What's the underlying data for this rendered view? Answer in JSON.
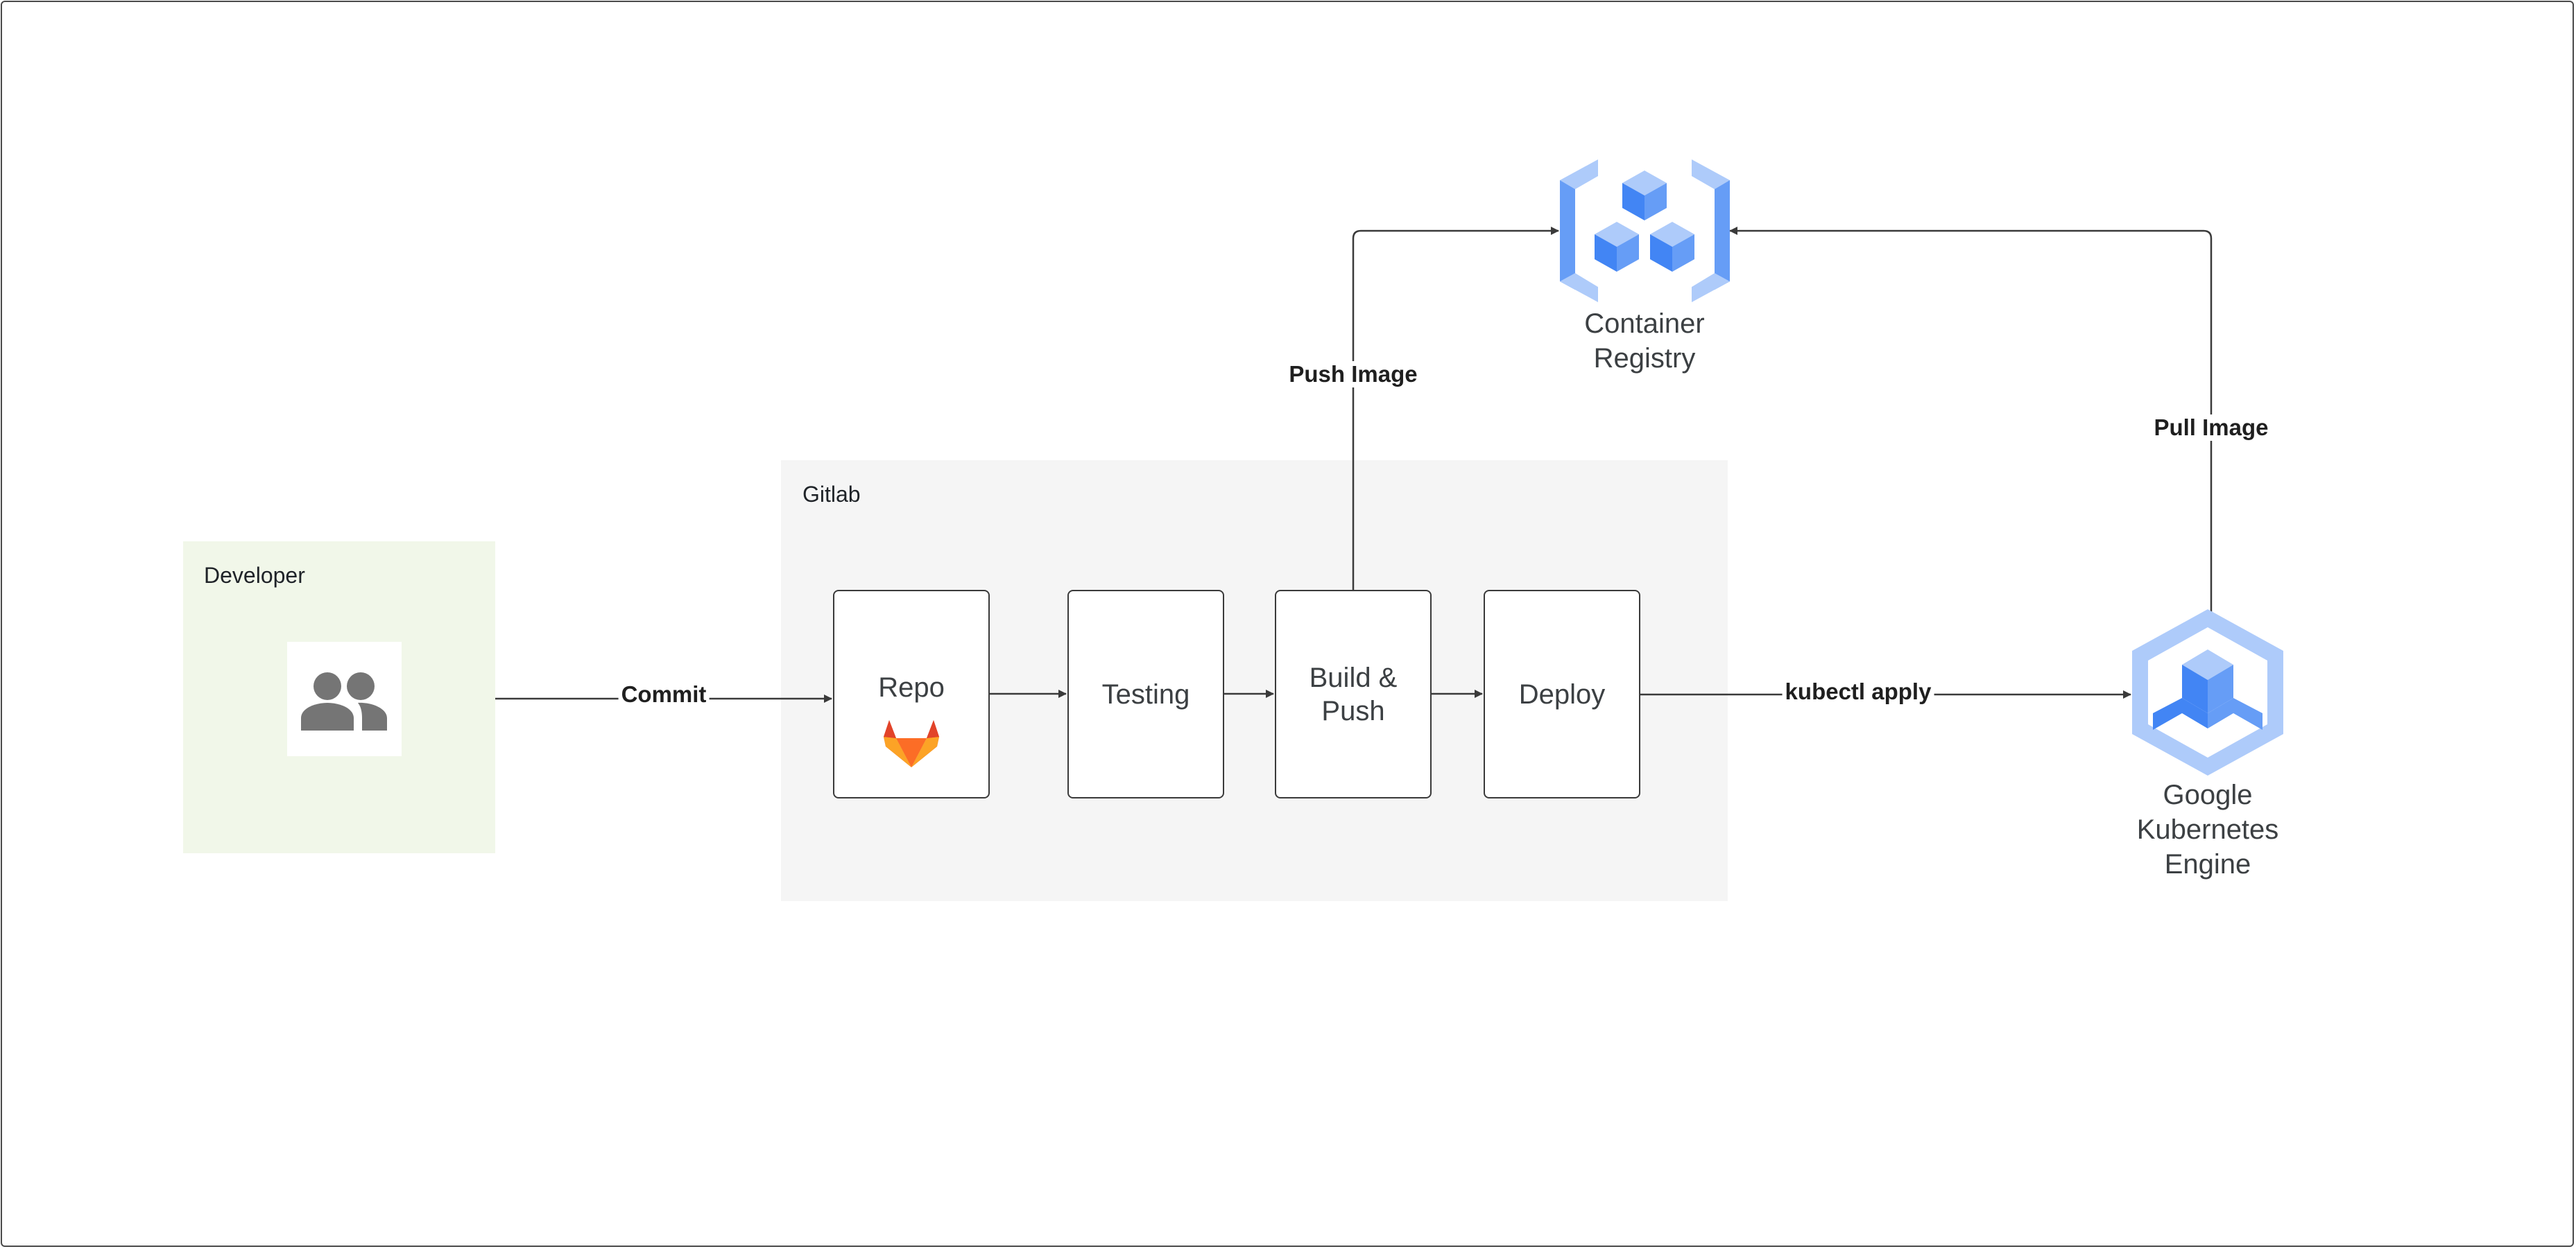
{
  "diagram": {
    "groups": {
      "developer": {
        "label": "Developer",
        "fill": "#f1f7e9"
      },
      "gitlab": {
        "label": "Gitlab",
        "fill": "#f5f5f5"
      }
    },
    "steps": {
      "repo": "Repo",
      "testing": "Testing",
      "build_push": "Build &\nPush",
      "deploy": "Deploy"
    },
    "services": {
      "container_registry": "Container\nRegistry",
      "gke": "Google\nKubernetes\nEngine"
    },
    "edges": {
      "commit": "Commit",
      "push_image": "Push Image",
      "pull_image": "Pull Image",
      "kubectl_apply": "kubectl apply"
    },
    "icons": {
      "developer": "people-icon",
      "repo": "gitlab-logo-icon",
      "registry": "container-registry-icon",
      "gke": "kubernetes-engine-icon"
    },
    "colors": {
      "google_blue": "#4285f4",
      "google_blue_light": "#aecbfa",
      "gitlab_orange": "#fc6d26",
      "line": "#3a3a3a"
    }
  }
}
